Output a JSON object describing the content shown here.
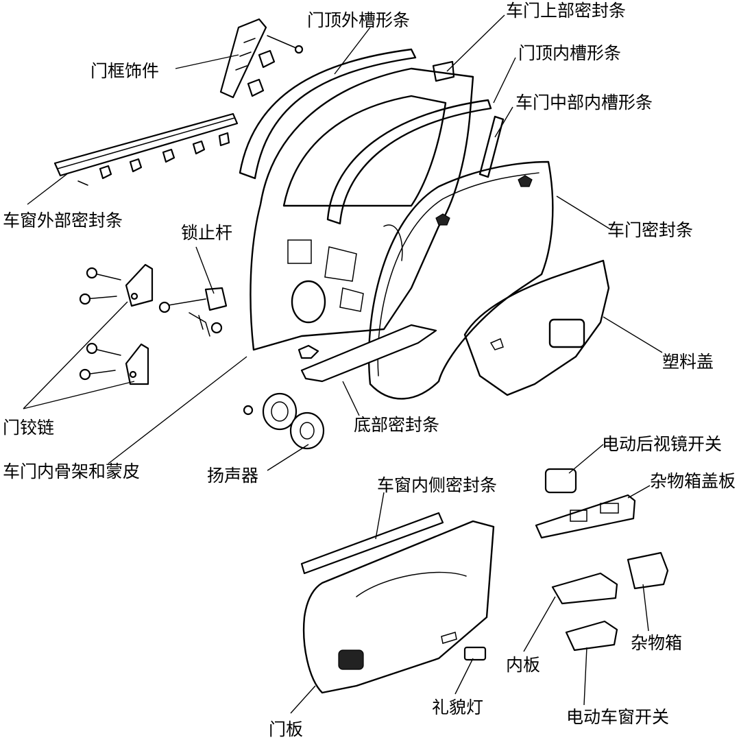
{
  "labels": {
    "door_frame_trim": "门框饰件",
    "upper_outer_channel": "门顶外槽形条",
    "upper_door_seal": "车门上部密封条",
    "upper_inner_channel": "门顶内槽形条",
    "middle_inner_channel": "车门中部内槽形条",
    "outer_window_seal": "车窗外部密封条",
    "lock_rod": "锁止杆",
    "door_seal": "车门密封条",
    "plastic_cover": "塑料盖",
    "door_hinge": "门铰链",
    "bottom_seal": "底部密封条",
    "mirror_switch": "电动后视镜开关",
    "inner_frame_skin": "车门内骨架和蒙皮",
    "speaker": "扬声器",
    "inner_window_seal": "车窗内侧密封条",
    "storage_lid": "杂物箱盖板",
    "inner_panel": "内板",
    "storage_box": "杂物箱",
    "courtesy_lamp": "礼貌灯",
    "door_panel": "门板",
    "window_switch": "电动车窗开关"
  },
  "colors": {
    "ink": "#000000",
    "background": "#ffffff"
  }
}
